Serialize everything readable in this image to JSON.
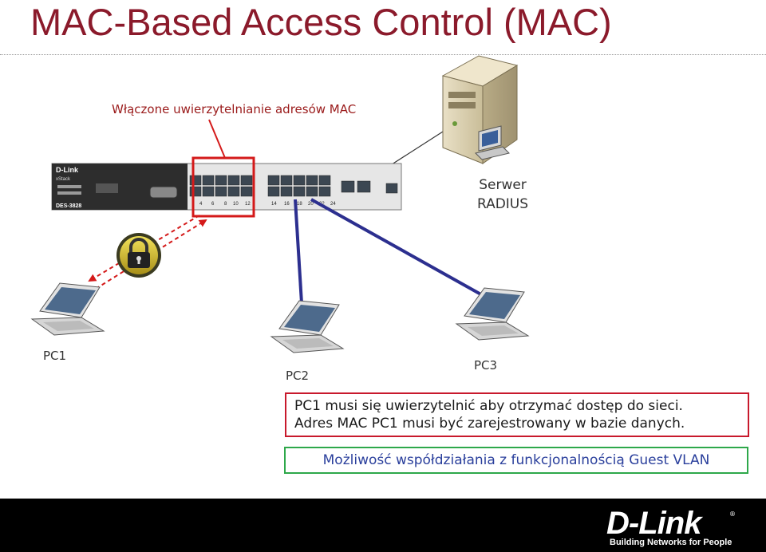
{
  "title": "MAC-Based Access Control (MAC)",
  "mac_auth_note": "Włączone uwierzytelnianie adresów MAC",
  "server": {
    "line1": "Serwer",
    "line2": "RADIUS"
  },
  "pcs": {
    "pc1": "PC1",
    "pc2": "PC2",
    "pc3": "PC3"
  },
  "switch": {
    "brand": "D-Link",
    "model": "DES-3828",
    "stack": "xStack",
    "port_labels": [
      "4",
      "6",
      "8",
      "10",
      "12",
      "14",
      "16",
      "18",
      "20",
      "22",
      "24"
    ]
  },
  "description": {
    "line1": "PC1 musi się uwierzytelnić aby otrzymać dostęp do sieci.",
    "line2": "Adres MAC PC1 musi być zarejestrowany w bazie danych."
  },
  "vlan_note": "Możliwość współdziałania z funkcjonalnością Guest VLAN",
  "footer": {
    "logo": "D-Link",
    "tagline": "Building Networks for People",
    "reg": "®"
  },
  "colors": {
    "title": "#8b1a2b",
    "red_box": "#c8192c",
    "green_box": "#2ea84a",
    "blue_text": "#2a3f9c",
    "cable": "#2c2f8f",
    "auth_arrow": "#d41a1a"
  },
  "icons": [
    "server-icon",
    "switch-icon",
    "lock-icon",
    "laptop-icon"
  ]
}
